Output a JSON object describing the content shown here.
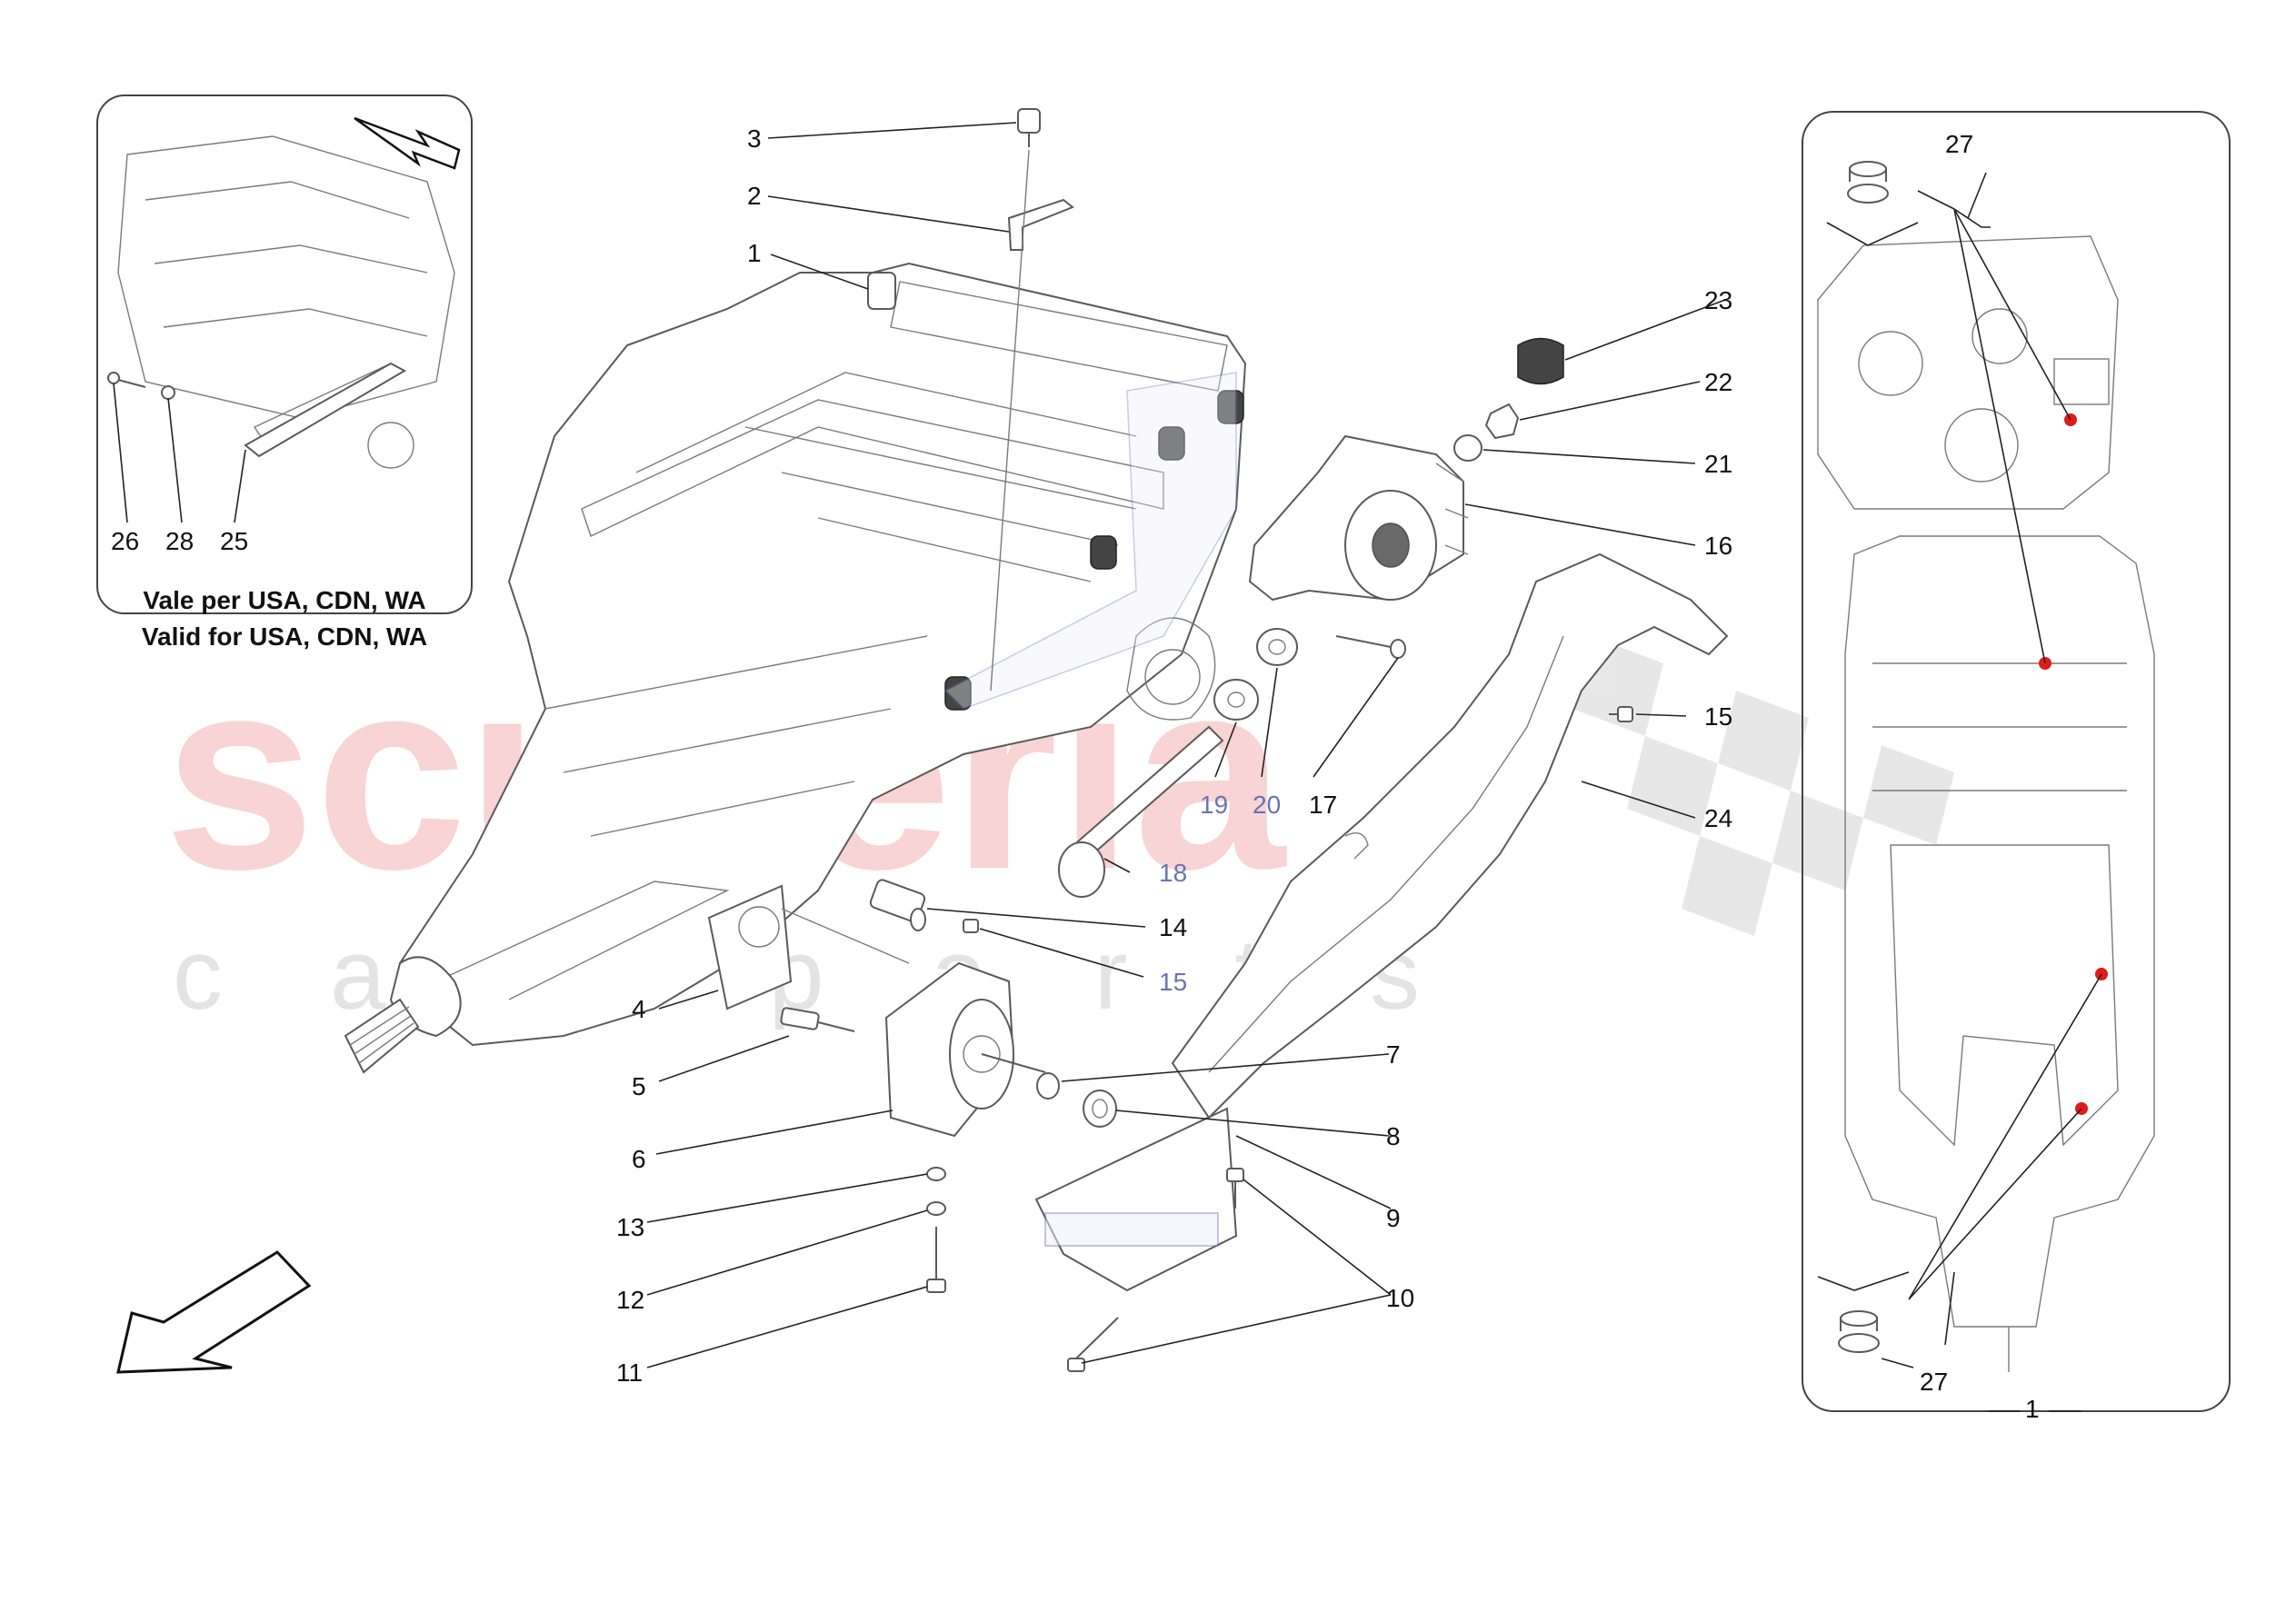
{
  "watermark": {
    "main": "scuderia",
    "sub": "car parts"
  },
  "inset_left": {
    "note_line_1": "Vale per USA, CDN, WA",
    "note_line_2": "Valid for USA, CDN, WA",
    "labels": [
      "26",
      "28",
      "25"
    ]
  },
  "inset_right": {
    "labels": [
      "27",
      "27",
      "1"
    ]
  },
  "callouts": {
    "c1": "1",
    "c2": "2",
    "c3": "3",
    "c4": "4",
    "c5": "5",
    "c6": "6",
    "c7": "7",
    "c8": "8",
    "c9": "9",
    "c10": "10",
    "c11": "11",
    "c12": "12",
    "c13": "13",
    "c14": "14",
    "c15a": "15",
    "c15b": "15",
    "c16": "16",
    "c17": "17",
    "c18": "18",
    "c19": "19",
    "c20": "20",
    "c21": "21",
    "c22": "22",
    "c23": "23",
    "c24": "24"
  },
  "colors": {
    "watermark_red": "#f7c6c6",
    "highlight_blue": "#6b74b0",
    "rubber": "#444444",
    "marker_red": "#e01b1b"
  }
}
